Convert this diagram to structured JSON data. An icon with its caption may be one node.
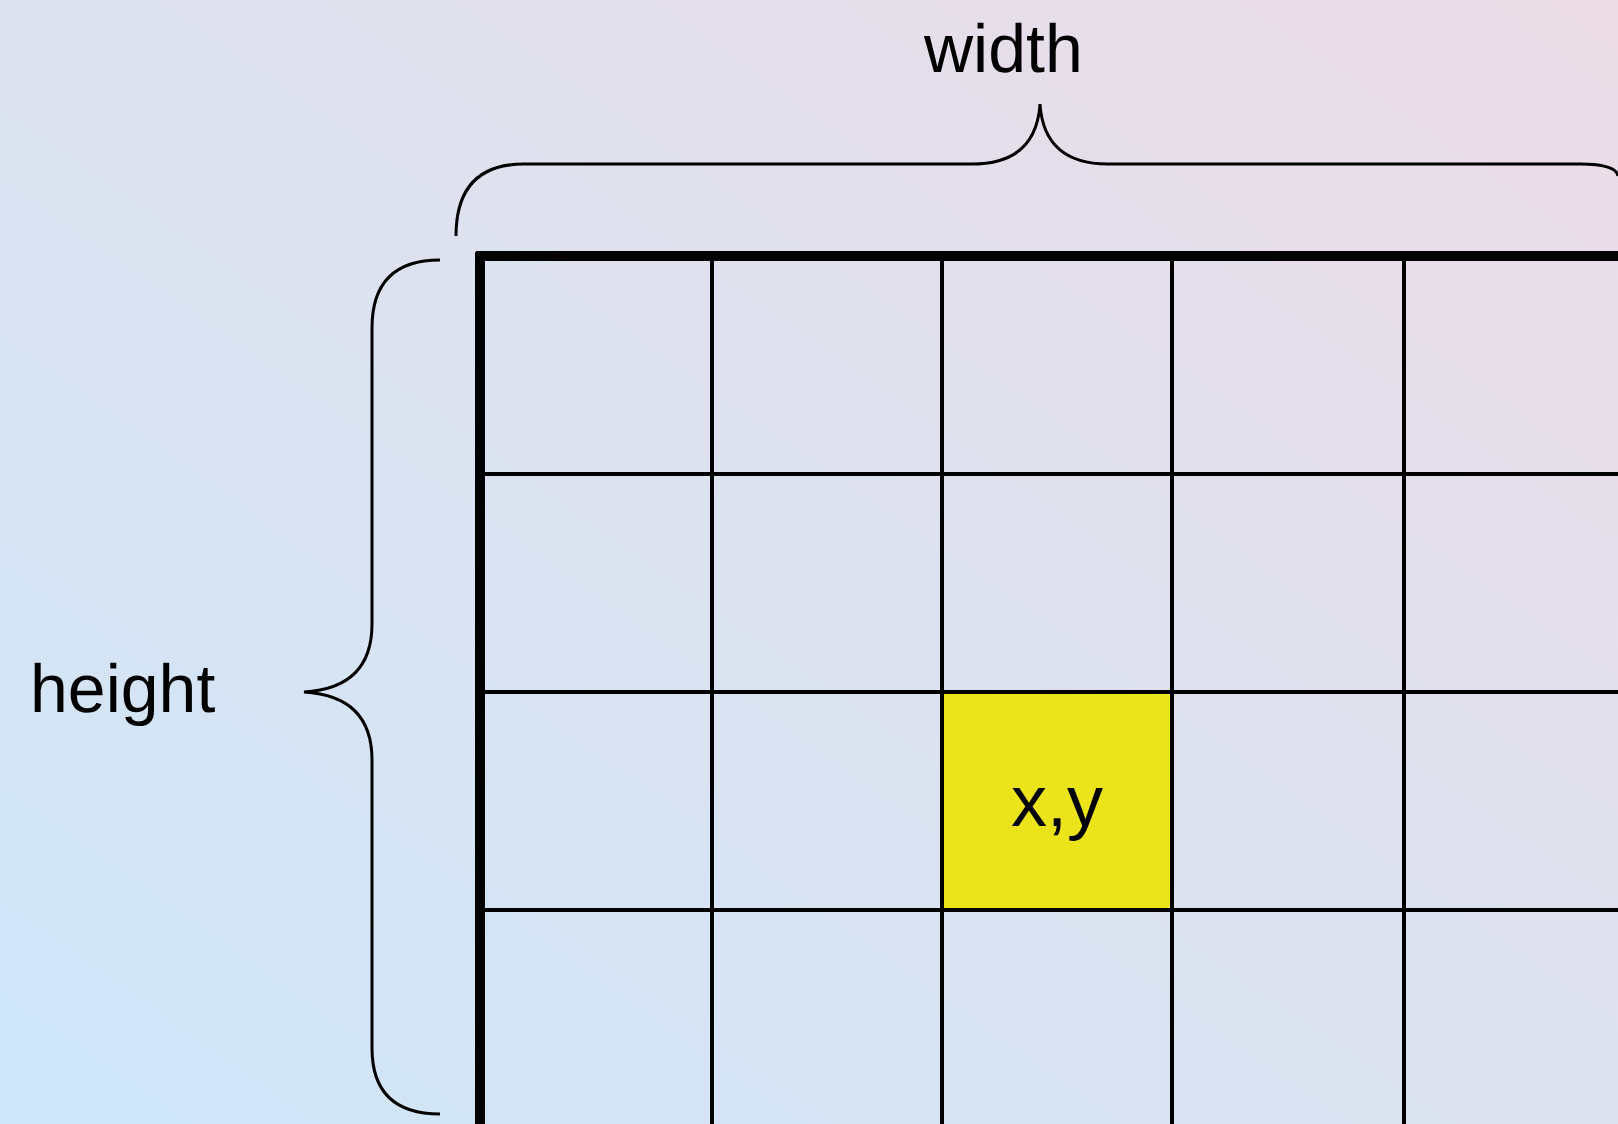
{
  "diagram": {
    "nodes": [
      {
        "text": [
          "x,y"
        ]
      }
    ],
    "labels": [
      "width",
      "height"
    ]
  }
}
